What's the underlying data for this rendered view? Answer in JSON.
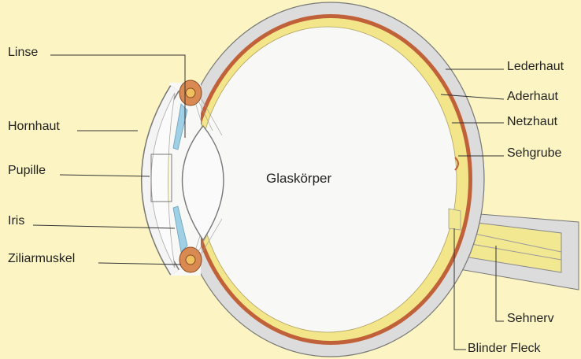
{
  "labels": {
    "linse": "Linse",
    "hornhaut": "Hornhaut",
    "pupille": "Pupille",
    "iris": "Iris",
    "ziliarmuskel": "Ziliarmuskel",
    "lederhaut": "Lederhaut",
    "aderhaut": "Aderhaut",
    "netzhaut": "Netzhaut",
    "sehgrube": "Sehgrube",
    "sehnerv": "Sehnerv",
    "blinder_fleck": "Blinder Fleck",
    "glaskoerper": "Glaskörper"
  },
  "colors": {
    "background": "#fcf5c3",
    "sclera": "#dcdcdc",
    "choroid": "#c0613a",
    "retina": "#f2e58a",
    "vitreous": "#f8f9f7",
    "iris": "#9fd0e6",
    "ciliary_muscle": "#d98a52",
    "leader_line": "#333333"
  }
}
